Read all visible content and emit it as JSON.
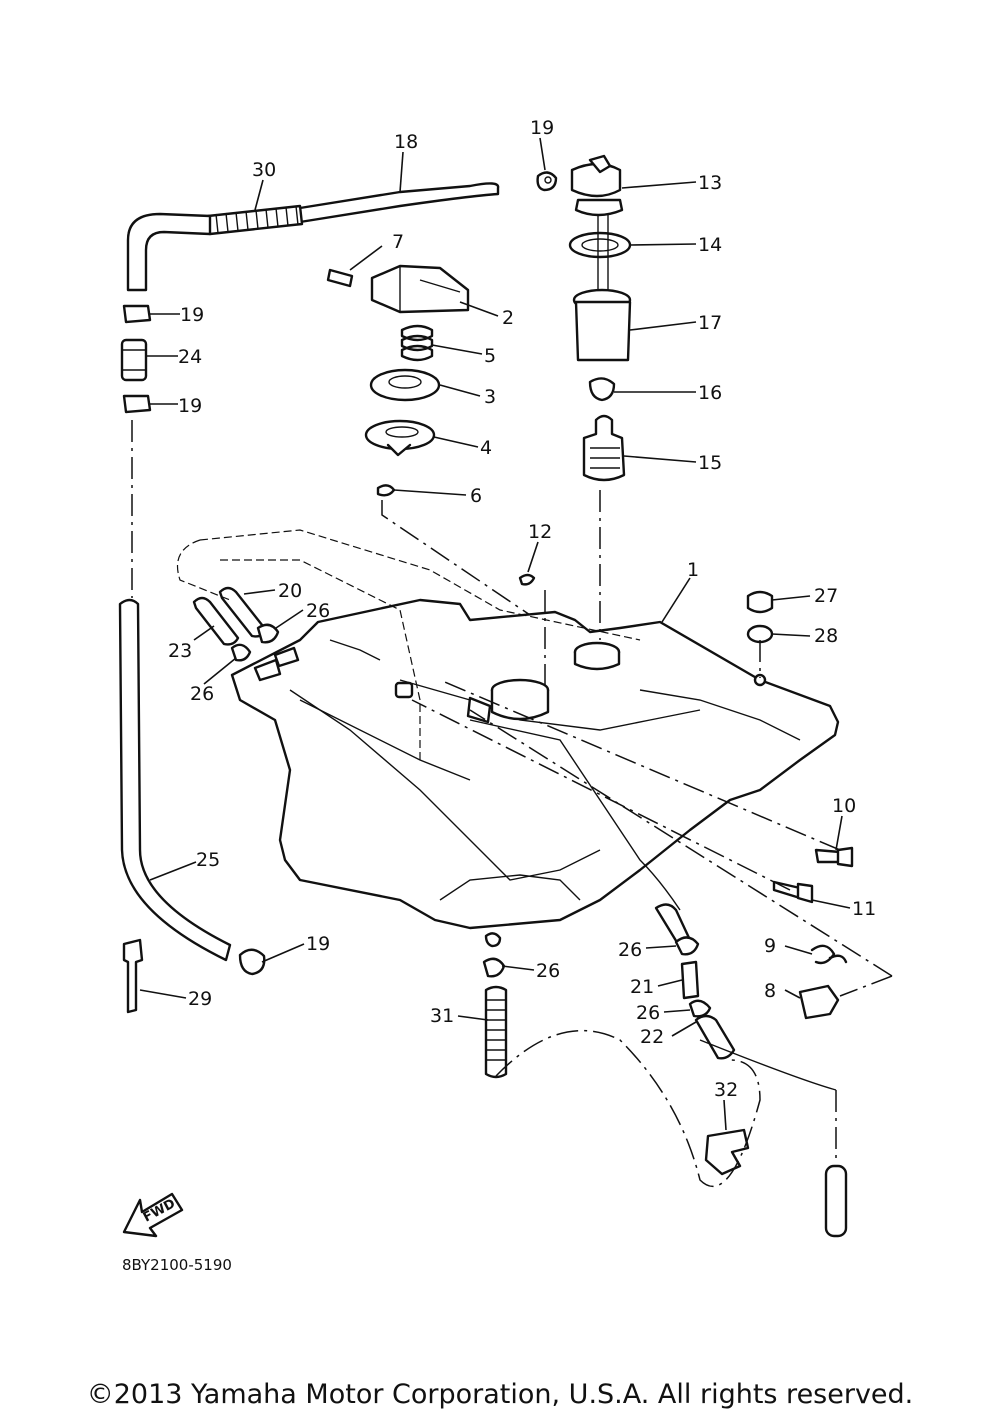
{
  "diagram_code": "8BY2100-5190",
  "copyright": "©2013 Yamaha Motor Corporation, U.S.A. All rights reserved.",
  "fwd_label": "FWD",
  "callouts": {
    "c1": "1",
    "c2": "2",
    "c3": "3",
    "c4": "4",
    "c5": "5",
    "c6": "6",
    "c7": "7",
    "c8": "8",
    "c9": "9",
    "c10": "10",
    "c11": "11",
    "c12": "12",
    "c13": "13",
    "c14": "14",
    "c15": "15",
    "c16": "16",
    "c17": "17",
    "c18": "18",
    "c19a": "19",
    "c19b": "19",
    "c19c": "19",
    "c19d": "19",
    "c20": "20",
    "c21": "21",
    "c22": "22",
    "c23": "23",
    "c24": "24",
    "c25": "25",
    "c26a": "26",
    "c26b": "26",
    "c26c": "26",
    "c26d": "26",
    "c26e": "26",
    "c27": "27",
    "c28": "28",
    "c29": "29",
    "c30": "30",
    "c31": "31",
    "c32": "32"
  }
}
